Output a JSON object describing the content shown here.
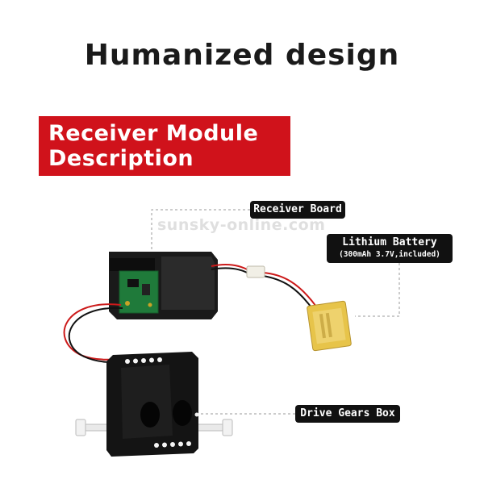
{
  "title": "Humanized design",
  "banner": {
    "line1": "Receiver Module",
    "line2": "Description"
  },
  "labels": {
    "receiver_board": "Receiver Board",
    "battery_name": "Lithium Battery",
    "battery_spec": "(300mAh 3.7V,included)",
    "drive_gears": "Drive Gears Box"
  },
  "watermark": "sunsky-online.com",
  "colors": {
    "banner": "#d0121b",
    "label_bg": "#111111",
    "pcb": "#1f7a3a",
    "battery": "#e7c44a"
  }
}
